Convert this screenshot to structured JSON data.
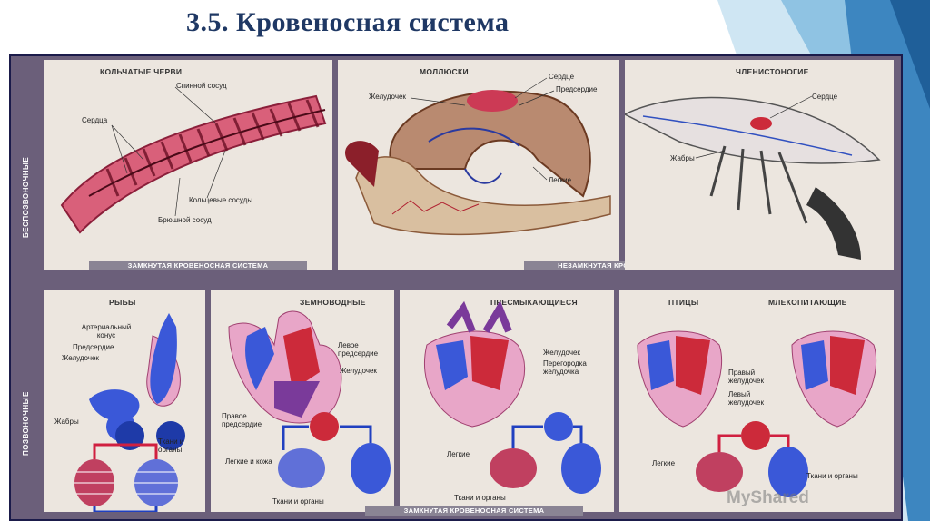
{
  "slide": {
    "title": "3.5. Кровеносная система"
  },
  "poster": {
    "side_labels": {
      "invertebrates": "БЕСПОЗВОНОЧНЫЕ",
      "vertebrates": "ПОЗВОНОЧНЫЕ"
    },
    "panels": {
      "annelids": {
        "title": "КОЛЬЧАТЫЕ ЧЕРВИ",
        "labels": {
          "dorsal_vessel": "Спинной сосуд",
          "hearts": "Сердца",
          "ring_vessels": "Кольцевые сосуды",
          "ventral_vessel": "Брюшной сосуд"
        }
      },
      "mollusks": {
        "title": "МОЛЛЮСКИ",
        "labels": {
          "heart": "Сердце",
          "ventricle": "Желудочек",
          "atrium": "Предсердие",
          "lung": "Легкие"
        }
      },
      "arthropods": {
        "title": "ЧЛЕНИСТОНОГИЕ",
        "labels": {
          "heart": "Сердце",
          "gills": "Жабры"
        }
      },
      "fish": {
        "title": "РЫБЫ",
        "labels": {
          "conus": "Артериальный конус",
          "atrium": "Предсердие",
          "ventricle": "Желудочек",
          "gills": "Жабры",
          "tissues": "Ткани и органы"
        }
      },
      "amphibians": {
        "title": "ЗЕМНОВОДНЫЕ",
        "labels": {
          "left_atrium": "Левое предсердие",
          "ventricle": "Желудочек",
          "right_atrium": "Правое предсердие",
          "lungs_skin": "Легкие и кожа",
          "tissues": "Ткани и органы"
        }
      },
      "reptiles": {
        "title": "ПРЕСМЫКАЮЩИЕСЯ",
        "labels": {
          "ventricle": "Желудочек",
          "septum": "Перегородка желудочка",
          "lungs": "Легкие",
          "tissues": "Ткани и органы"
        }
      },
      "birds": {
        "title": "ПТИЦЫ",
        "labels": {
          "lungs": "Легкие"
        }
      },
      "mammals": {
        "title": "МЛЕКОПИТАЮЩИЕ",
        "labels": {
          "right_ventricle": "Правый желудочек",
          "left_ventricle": "Левый желудочек",
          "tissues": "Ткани и органы"
        }
      }
    },
    "banners": {
      "closed_top": "ЗАМКНУТАЯ КРОВЕНОСНАЯ СИСТЕМА",
      "open": "НЕЗАМКНУТАЯ КРОВЕНОСНАЯ СИСТЕМА",
      "closed_bottom": "ЗАМКНУТАЯ КРОВЕНОСНАЯ СИСТЕМА"
    }
  },
  "watermark": {
    "text": "MyShared"
  }
}
